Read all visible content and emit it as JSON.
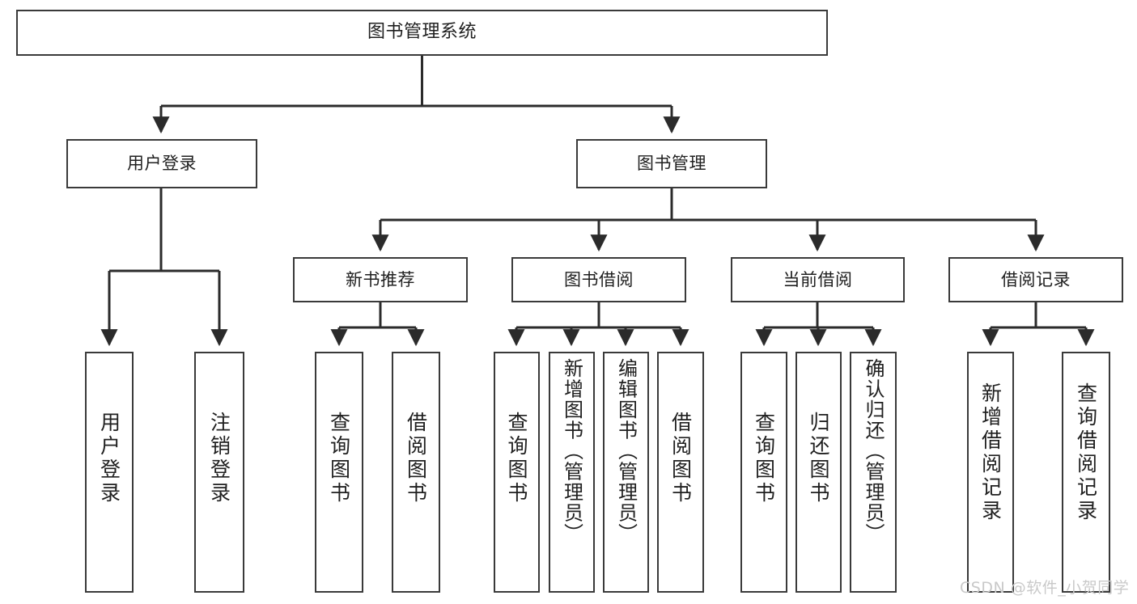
{
  "diagram": {
    "type": "tree",
    "title": "图书管理系统",
    "root": {
      "label": "图书管理系统"
    },
    "level1": [
      {
        "id": "user-login",
        "label": "用户登录"
      },
      {
        "id": "book-manage",
        "label": "图书管理"
      }
    ],
    "level2": [
      {
        "id": "new-book-rec",
        "label": "新书推荐",
        "parent": "book-manage"
      },
      {
        "id": "book-borrow",
        "label": "图书借阅",
        "parent": "book-manage"
      },
      {
        "id": "current-borrow",
        "label": "当前借阅",
        "parent": "book-manage"
      },
      {
        "id": "borrow-record",
        "label": "借阅记录",
        "parent": "book-manage"
      }
    ],
    "leaves": [
      {
        "id": "user-login-leaf",
        "label": "用户登录",
        "parent": "user-login"
      },
      {
        "id": "user-logout-leaf",
        "label": "注销登录",
        "parent": "user-login"
      },
      {
        "id": "query-book-1",
        "label": "查询图书",
        "parent": "new-book-rec"
      },
      {
        "id": "borrow-book-1",
        "label": "借阅图书",
        "parent": "new-book-rec"
      },
      {
        "id": "query-book-2",
        "label": "查询图书",
        "parent": "book-borrow"
      },
      {
        "id": "add-book",
        "label": "新增图书（管理员）",
        "parent": "book-borrow"
      },
      {
        "id": "edit-book",
        "label": "编辑图书（管理员）",
        "parent": "book-borrow"
      },
      {
        "id": "borrow-book-2",
        "label": "借阅图书",
        "parent": "book-borrow"
      },
      {
        "id": "query-book-3",
        "label": "查询图书",
        "parent": "current-borrow"
      },
      {
        "id": "return-book",
        "label": "归还图书",
        "parent": "current-borrow"
      },
      {
        "id": "confirm-return",
        "label": "确认归还（管理员）",
        "parent": "current-borrow"
      },
      {
        "id": "add-borrow-record",
        "label": "新增借阅记录",
        "parent": "borrow-record"
      },
      {
        "id": "query-borrow-record",
        "label": "查询借阅记录",
        "parent": "borrow-record"
      }
    ]
  },
  "watermark": {
    "text": "CSDN @软件_小贺同学",
    "color": "#c9c9c9"
  },
  "colors": {
    "background": "#ffffff",
    "box_border": "#3a3a3a",
    "box_fill": "#ffffff",
    "edge": "#2b2b2b",
    "text": "#202020"
  }
}
